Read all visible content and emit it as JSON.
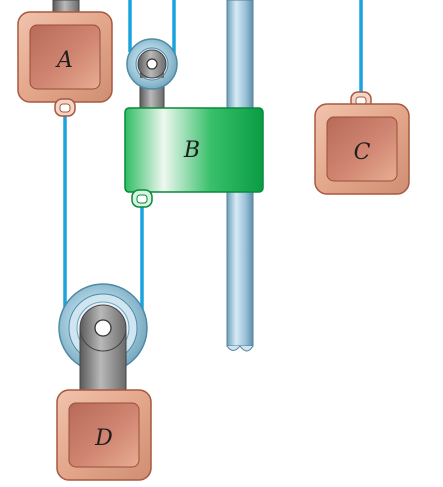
{
  "labels": {
    "a": "A",
    "b": "B",
    "c": "C",
    "d": "D"
  },
  "colors": {
    "rope": "#1aa3dd",
    "block_edge": "#b0644a",
    "block_outer": "#e3a78b",
    "block_inner": "#c77a66",
    "collar_dark": "#0aa94b",
    "collar_light": "#eef7f0",
    "rod": "#9cc3da",
    "pulley_rim": "#8ab6c8",
    "bracket": "#6e6e6e"
  }
}
